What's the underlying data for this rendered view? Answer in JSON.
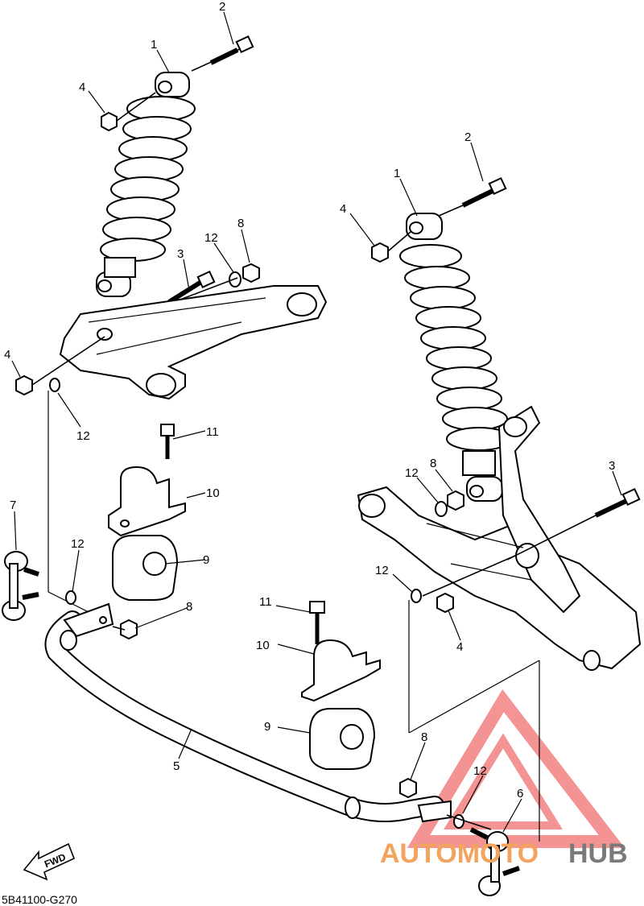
{
  "diagram": {
    "code": "5B41100-G270",
    "fwd_label": "FWD",
    "watermark": {
      "part1": "AUTOMOTO",
      "part2": "HUB",
      "accent_color": "#f2a35e",
      "gray_color": "#7a7a7a",
      "triangle_color": "#f07070"
    },
    "callouts": [
      {
        "id": "c1",
        "text": "2"
      },
      {
        "id": "c2",
        "text": "1"
      },
      {
        "id": "c3",
        "text": "4"
      },
      {
        "id": "c4",
        "text": "12"
      },
      {
        "id": "c5",
        "text": "8"
      },
      {
        "id": "c6",
        "text": "3"
      },
      {
        "id": "c7",
        "text": "4"
      },
      {
        "id": "c8",
        "text": "12"
      },
      {
        "id": "c9",
        "text": "11"
      },
      {
        "id": "c10",
        "text": "10"
      },
      {
        "id": "c11",
        "text": "7"
      },
      {
        "id": "c12",
        "text": "9"
      },
      {
        "id": "c13",
        "text": "12"
      },
      {
        "id": "c14",
        "text": "8"
      },
      {
        "id": "c15",
        "text": "2"
      },
      {
        "id": "c16",
        "text": "1"
      },
      {
        "id": "c17",
        "text": "4"
      },
      {
        "id": "c18",
        "text": "12"
      },
      {
        "id": "c19",
        "text": "8"
      },
      {
        "id": "c20",
        "text": "3"
      },
      {
        "id": "c21",
        "text": "12"
      },
      {
        "id": "c22",
        "text": "4"
      },
      {
        "id": "c23",
        "text": "11"
      },
      {
        "id": "c24",
        "text": "10"
      },
      {
        "id": "c25",
        "text": "9"
      },
      {
        "id": "c26",
        "text": "5"
      },
      {
        "id": "c27",
        "text": "8"
      },
      {
        "id": "c28",
        "text": "12"
      },
      {
        "id": "c29",
        "text": "6"
      }
    ]
  }
}
